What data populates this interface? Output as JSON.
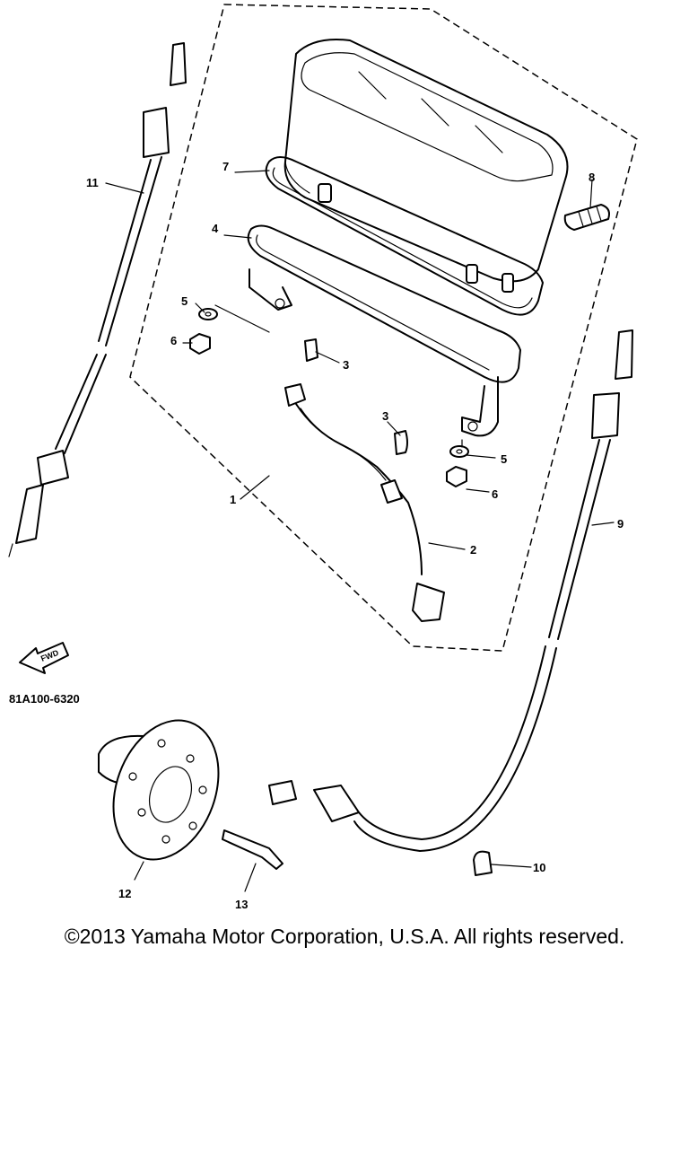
{
  "diagram": {
    "callouts": [
      "1",
      "2",
      "3",
      "3",
      "4",
      "5",
      "5",
      "6",
      "6",
      "7",
      "8",
      "9",
      "10",
      "11",
      "12",
      "13"
    ],
    "fwd_label": "FWD",
    "part_code": "81A100-6320"
  },
  "footer": {
    "copyright": "©2013 Yamaha Motor Corporation, U.S.A. All rights reserved."
  }
}
